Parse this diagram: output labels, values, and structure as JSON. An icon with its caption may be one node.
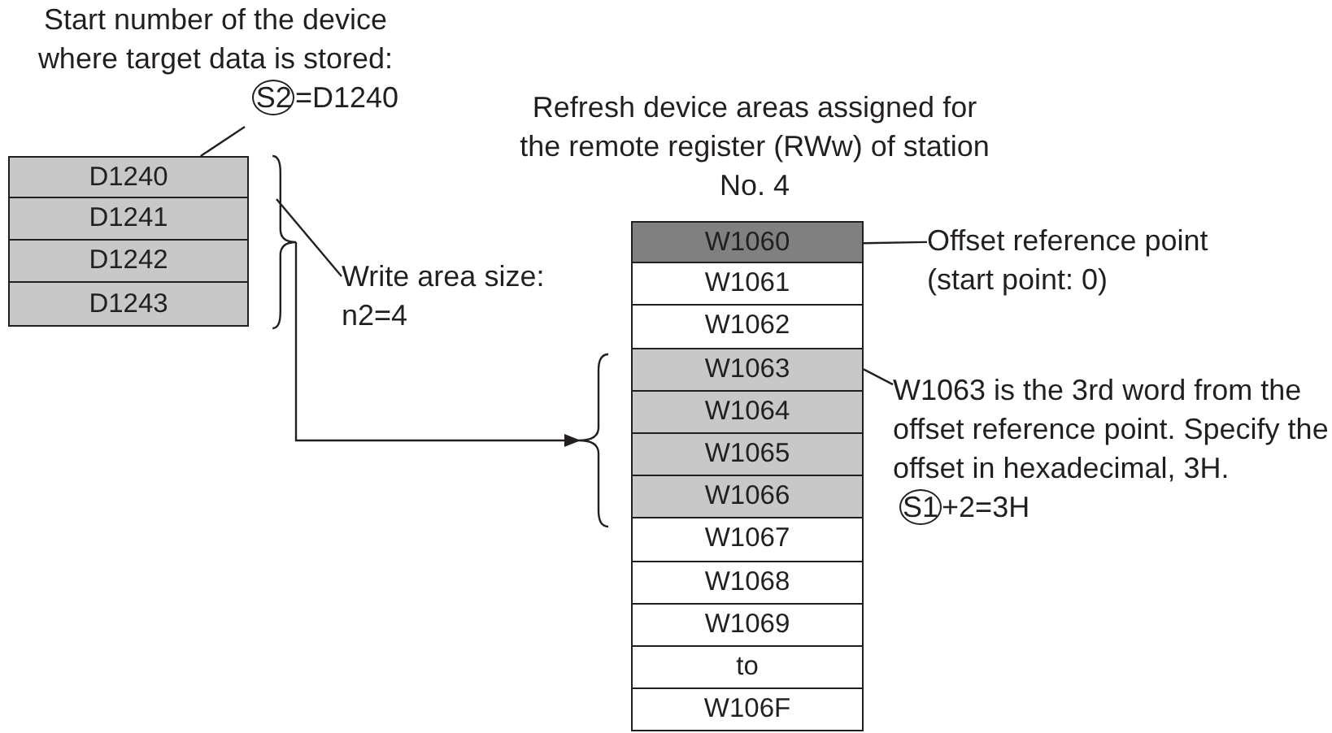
{
  "diagram": {
    "nodes": [
      {
        "text": [
          "Start number of the device where target data is stored:",
          "S2",
          "=D1240"
        ]
      },
      {
        "text": [
          "D1240"
        ]
      },
      {
        "text": [
          "D1241"
        ]
      },
      {
        "text": [
          "D1242"
        ]
      },
      {
        "text": [
          "D1243"
        ]
      },
      {
        "text": [],
        "shape": "brace"
      },
      {
        "text": [
          "Write area size: n2=4"
        ]
      },
      {
        "text": [
          "W1060"
        ]
      },
      {
        "text": [
          "W1061"
        ]
      },
      {
        "text": [
          "W1062"
        ]
      },
      {
        "text": [
          "W1063"
        ]
      },
      {
        "text": [
          "W1064"
        ]
      },
      {
        "text": [
          "W1065"
        ]
      },
      {
        "text": [
          "W1066"
        ]
      },
      {
        "text": [
          "W1067"
        ]
      },
      {
        "text": [
          "W1068"
        ]
      },
      {
        "text": [
          "W1069"
        ]
      },
      {
        "text": [
          "to"
        ]
      },
      {
        "text": [
          "W106F"
        ]
      },
      {
        "text": [
          "Offset reference point (start point: 0)"
        ]
      },
      {
        "text": [],
        "shape": "brace"
      },
      {
        "text": [
          "W1063 is the 3rd word from the offset reference point. Specify the offset in hexadecimal, 3H.",
          "S1",
          "+2=3H"
        ]
      }
    ],
    "edges": [
      {
        "from": 0,
        "to": 1,
        "arrow": "none"
      },
      {
        "from": 6,
        "to": 5,
        "arrow": "none"
      },
      {
        "from": 5,
        "to": 20,
        "arrow": "to"
      },
      {
        "from": 19,
        "to": 7,
        "arrow": "none"
      },
      {
        "from": 21,
        "to": 10,
        "arrow": "none"
      }
    ],
    "labels": [
      "Refresh device areas assigned for the remote register (RWw) of station No. 4"
    ]
  }
}
